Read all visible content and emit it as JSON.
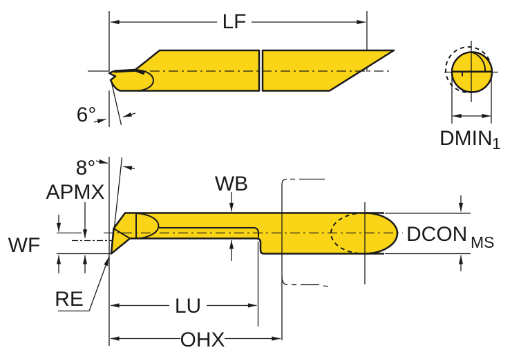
{
  "diagram": {
    "colors": {
      "body_fill": "#FAD417",
      "line_color": "#1A1A1A",
      "background": "#FFFFFF"
    },
    "side_view": {
      "length_label": "LF",
      "tip_angle_label": "6°"
    },
    "end_view": {
      "min_diameter_label": "DMIN",
      "min_diameter_sub": "1"
    },
    "front_view": {
      "tip_angle_label": "8°",
      "max_depth_label": "APMX",
      "offset_label": "WF",
      "nose_radius_label": "RE",
      "body_width_label": "WB",
      "usable_length_label": "LU",
      "overhang_label": "OHX",
      "shank_diameter_label": "DCON",
      "shank_diameter_sub": "MS"
    }
  }
}
